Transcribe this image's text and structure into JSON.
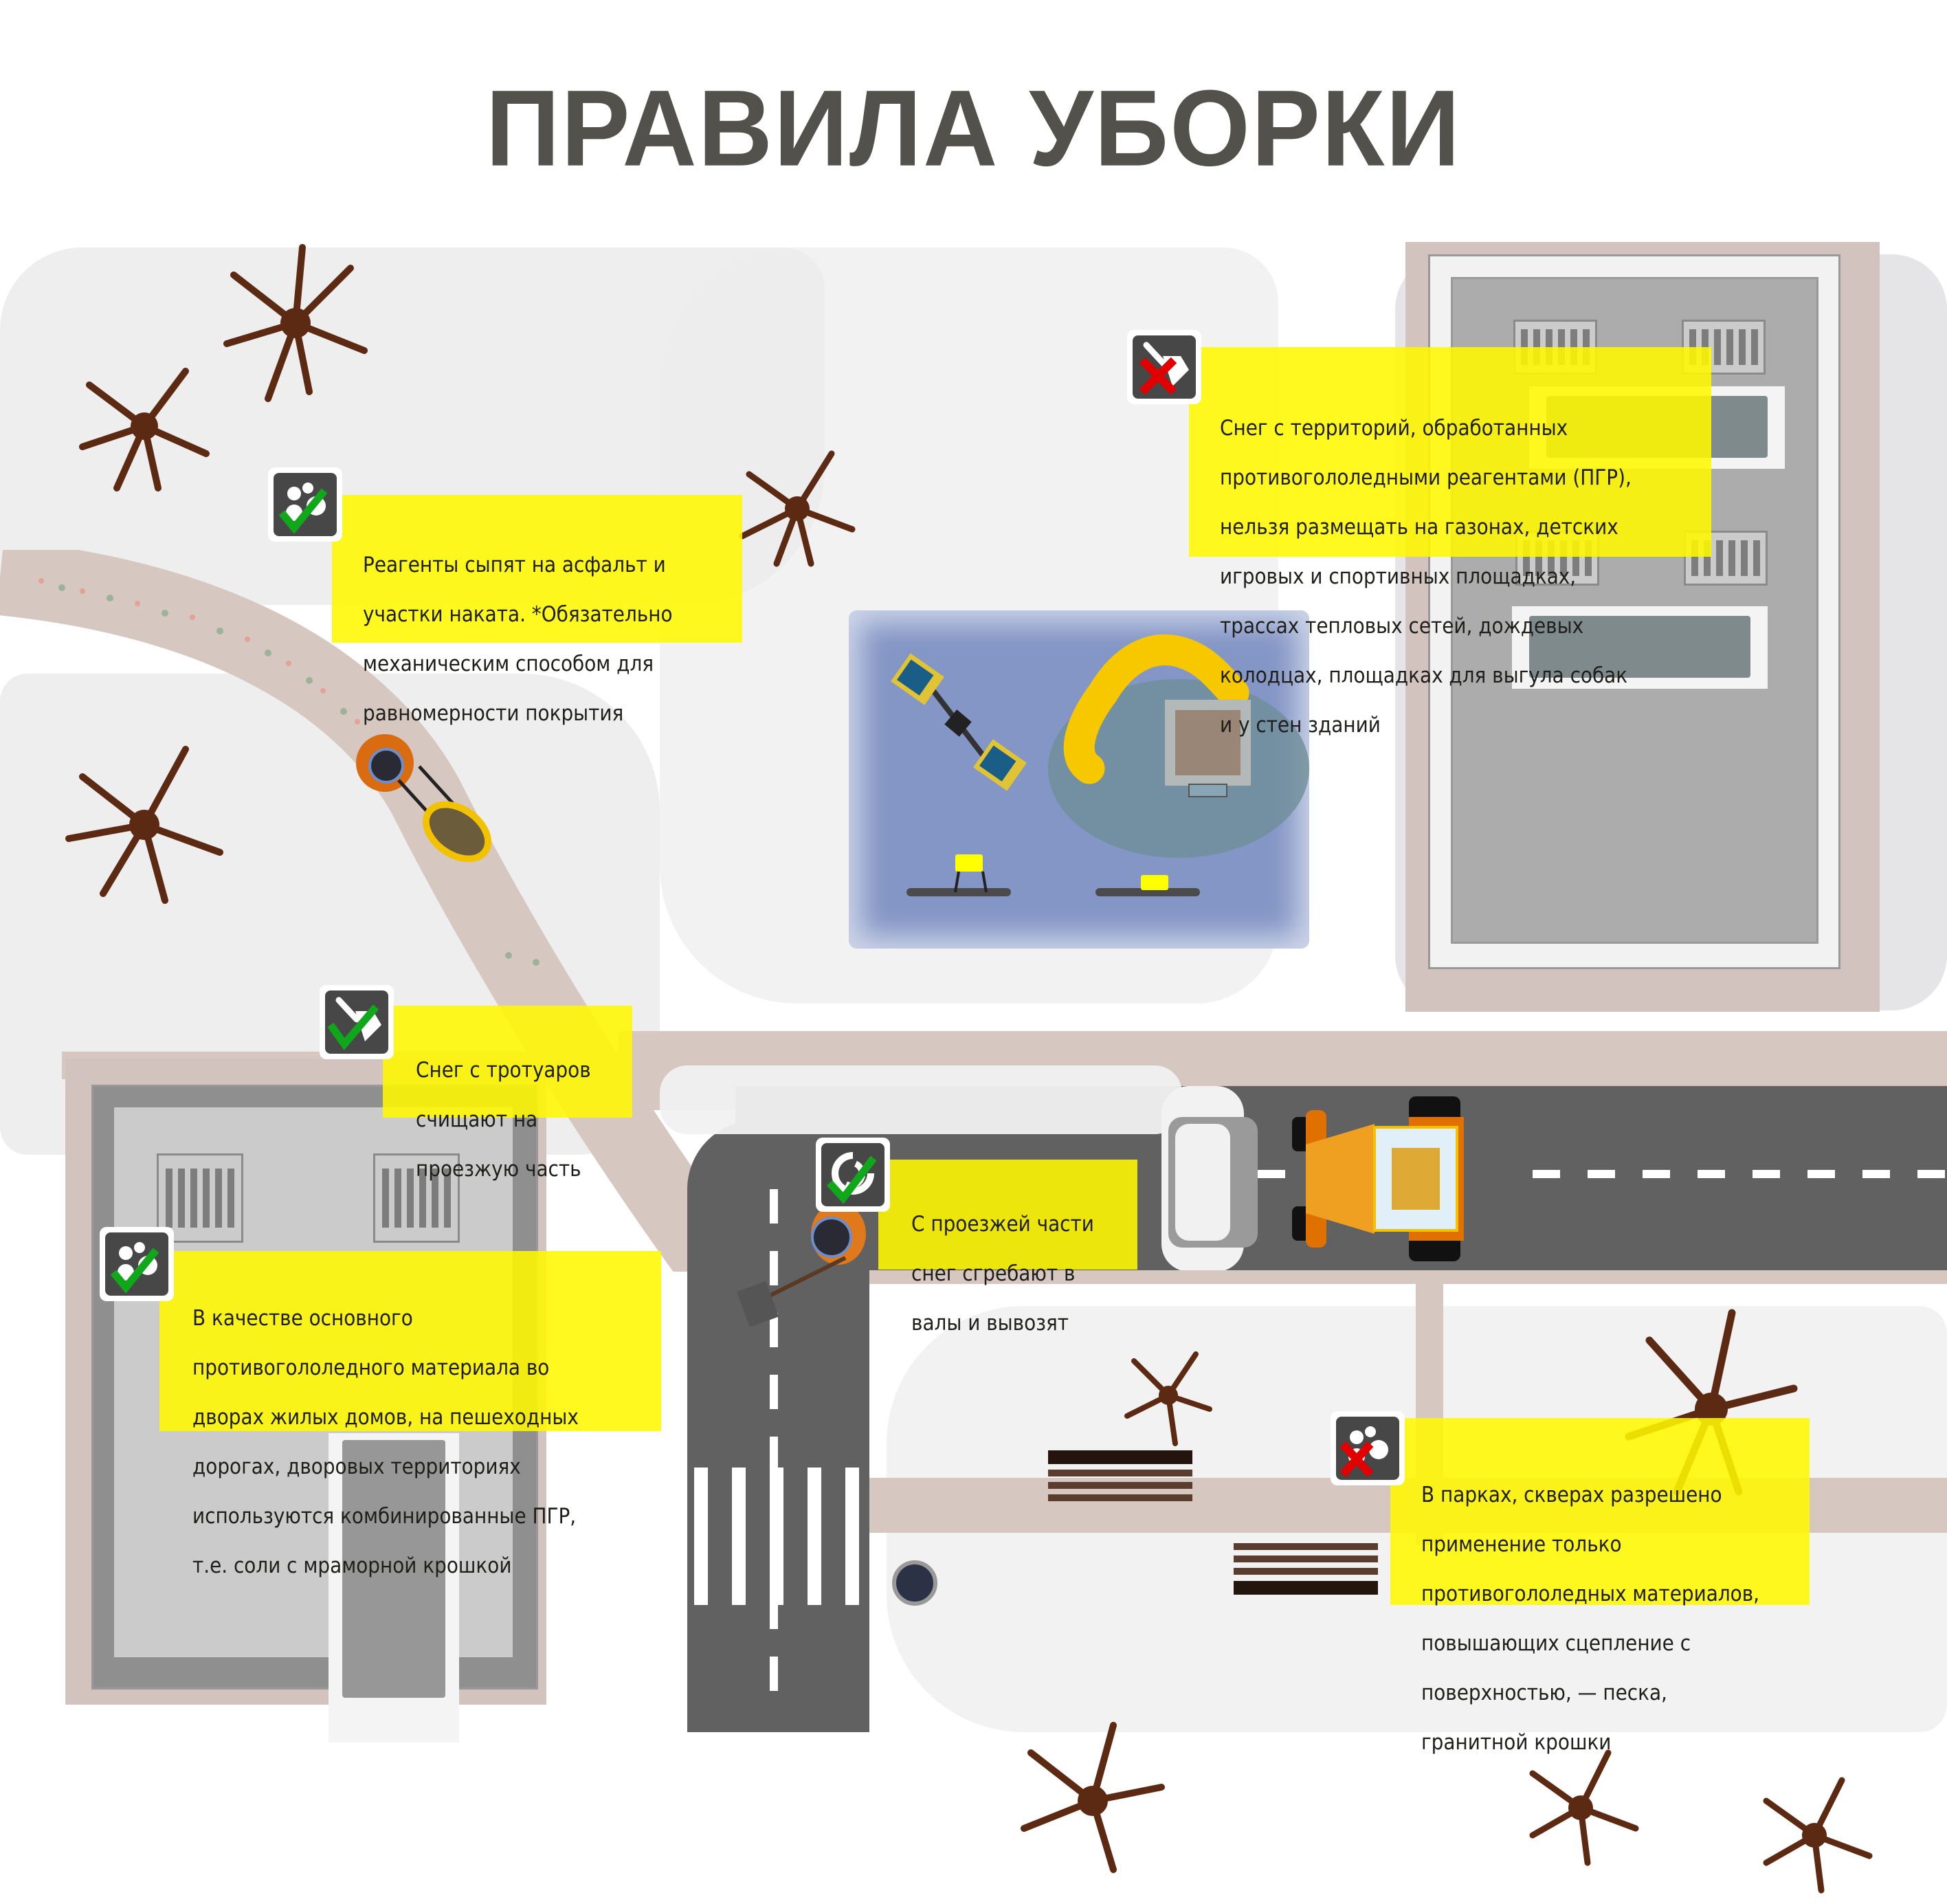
{
  "title": "ПРАВИЛА УБОРКИ",
  "colors": {
    "title": "#52514c",
    "note_bg": "#fff800",
    "badge_bg": "#474747",
    "check": "#10a81a",
    "cross": "#e00000",
    "road": "#616161",
    "sidewalk": "#d6c7c1",
    "building_roof": "#acacac",
    "playground": "#8496c6",
    "tree": "#5c2a12",
    "tractor": "#f0a020"
  },
  "notes": [
    {
      "id": "snow-treated-territories",
      "icon": "shovel-cross-icon",
      "status": "prohibited",
      "lines": [
        "Снег с территорий, обработанных",
        "противогололедными реагентами (ПГР),",
        "нельзя размещать на газонах, детских",
        "игровых и спортивных площадках,",
        "трассах тепловых сетей, дождевых",
        "колодцах, площадках для выгула собак",
        "и у стен зданий"
      ]
    },
    {
      "id": "reagents-on-asphalt",
      "icon": "granules-check-icon",
      "status": "allowed",
      "lines": [
        "Реагенты сыпят на асфальт и",
        "участки наката. *Обязательно",
        "механическим способом для",
        "равномерности покрытия"
      ]
    },
    {
      "id": "sidewalk-snow",
      "icon": "shovel-check-icon",
      "status": "allowed",
      "lines": [
        "Снег с тротуаров",
        "счищают на",
        "проезжую часть"
      ]
    },
    {
      "id": "roadway-snow",
      "icon": "snow-swirl-check-icon",
      "status": "allowed",
      "lines": [
        "С проезжей части",
        "снег сгребают в",
        "валы и вывозят"
      ]
    },
    {
      "id": "combined-pgr",
      "icon": "granules-check-icon",
      "status": "allowed",
      "lines": [
        "В качестве основного",
        "противогололедного материала во",
        "дворах жилых домов, на пешеходных",
        "дорогах, дворовых территориях",
        "используются комбинированные ПГР,",
        "т.е. соли с мраморной крошкой"
      ]
    },
    {
      "id": "parks-materials",
      "icon": "granules-cross-icon",
      "status": "prohibited",
      "lines": [
        "В парках, скверах разрешено",
        "применение только",
        "противогололедных материалов,",
        "повышающих сцепление с",
        "поверхностью,  — песка,",
        "гранитной крошки"
      ]
    }
  ],
  "map_elements": {
    "buildings": [
      "building-top-right",
      "building-bottom-left"
    ],
    "vehicles": [
      "snow-loader-tractor"
    ],
    "workers": [
      "worker-with-spreader-cart",
      "worker-with-shovel"
    ],
    "features": [
      "playground",
      "crosswalk",
      "benches",
      "manhole",
      "trees"
    ]
  }
}
